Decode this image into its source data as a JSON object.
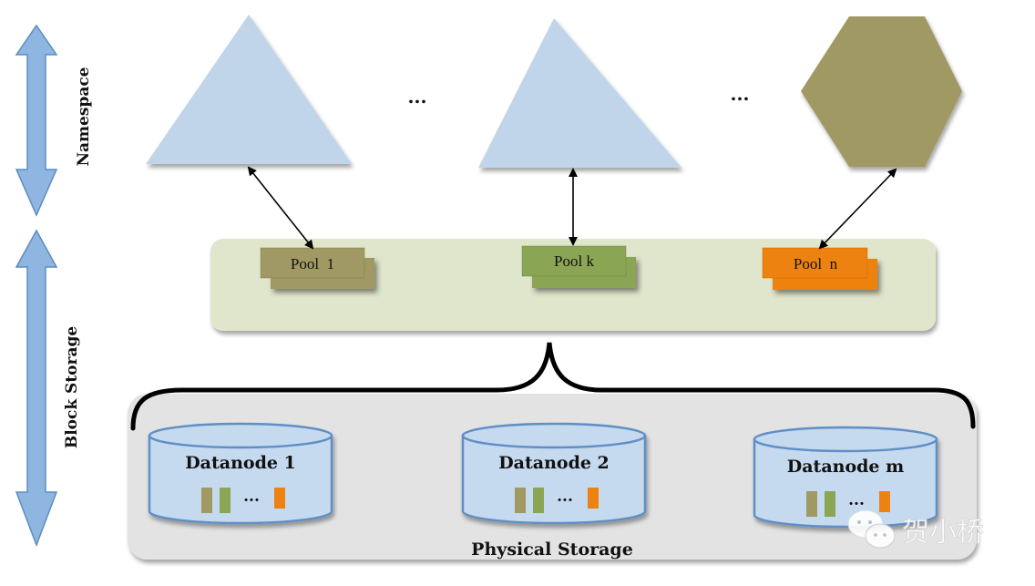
{
  "side_labels": {
    "namespace": "Namespace",
    "block_storage": "Block Storage"
  },
  "namespaces": {
    "ellipsis_1": "...",
    "ellipsis_2": "..."
  },
  "pools": [
    {
      "label": "Pool  1",
      "color": "#a09963"
    },
    {
      "label": "Pool k",
      "color": "#8aa553"
    },
    {
      "label": "Pool  n",
      "color": "#ee8210"
    }
  ],
  "datanodes": [
    {
      "label": "Datanode 1",
      "ellipsis": "..."
    },
    {
      "label": "Datanode 2",
      "ellipsis": "..."
    },
    {
      "label": "Datanode m",
      "ellipsis": "..."
    }
  ],
  "physical_storage_label": "Physical Storage",
  "watermark": "贺小桥",
  "colors": {
    "arrow_blue": "#8fb6e0",
    "triangle": "#c0d5e9",
    "hexagon": "#a09963",
    "pool_area": "#dfe6cc",
    "storage_area": "#e3e3e3",
    "cylinder": "#c5d9ef",
    "cylinder_stroke": "#5f8fc4",
    "block_olive": "#a09963",
    "block_green": "#8aa553",
    "block_orange": "#ee8210"
  }
}
